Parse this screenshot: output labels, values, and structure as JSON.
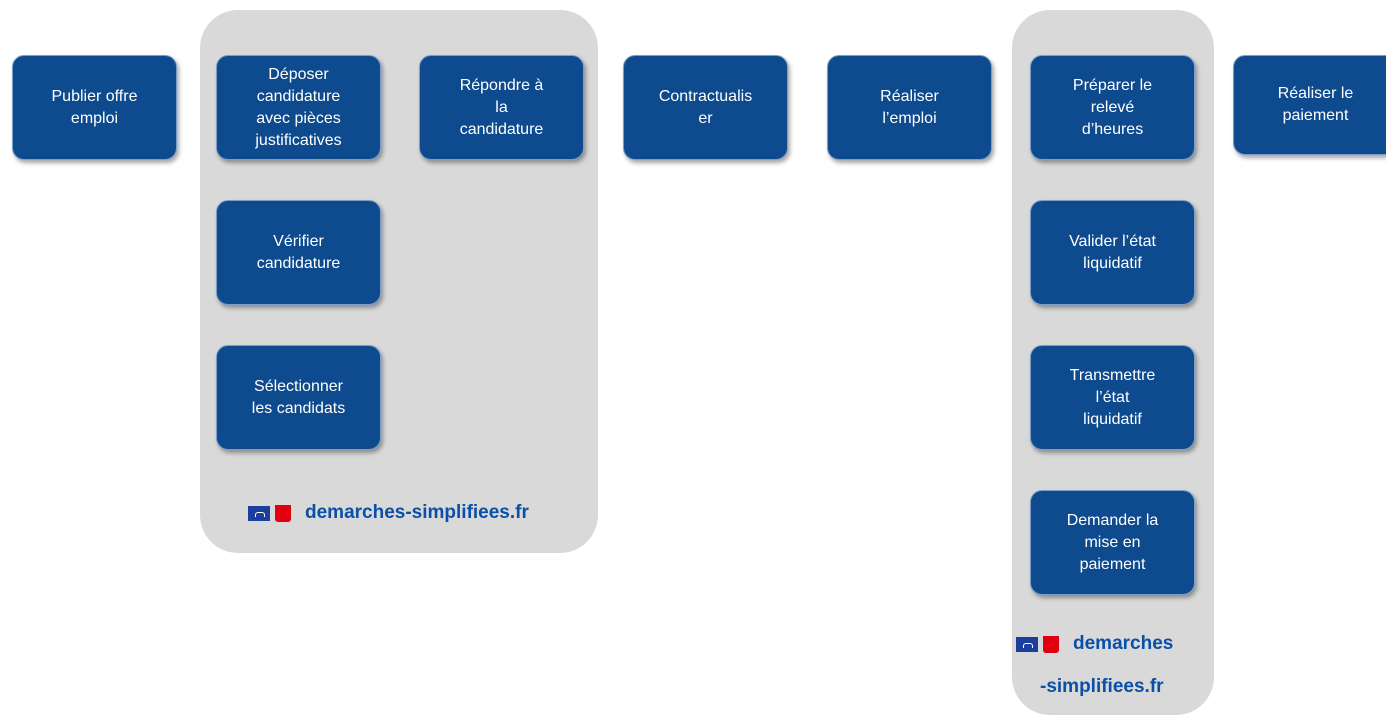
{
  "steps": {
    "publier": "Publier offre\nemploi",
    "deposer": "Déposer\ncandidature\navec pièces\njustificatives",
    "repondre": "Répondre à\nla\ncandidature",
    "verifier": "Vérifier\ncandidature",
    "selectionner": "Sélectionner\nles candidats",
    "contractualiser": "Contractualis\ner",
    "realiser_emploi": "Réaliser\nl’emploi",
    "preparer": "Préparer le\nrelevé\nd’heures",
    "valider": "Valider l’état\nliquidatif",
    "transmettre": "Transmettre\nl’état\nliquidatif",
    "demander": "Demander la\nmise en\npaiement",
    "realiser_paiement": "Réaliser le\npaiement"
  },
  "brand": {
    "group1": "demarches-simplifiees.fr",
    "group2_line1": "demarches",
    "group2_line2": "-simplifiees.fr"
  },
  "colors": {
    "box_fill": "#0d4a8e",
    "group_fill": "#d9d9d9",
    "brand_text": "#0b4fa6",
    "flag_blue": "#1c3f9e",
    "flag_red": "#e1000f"
  }
}
